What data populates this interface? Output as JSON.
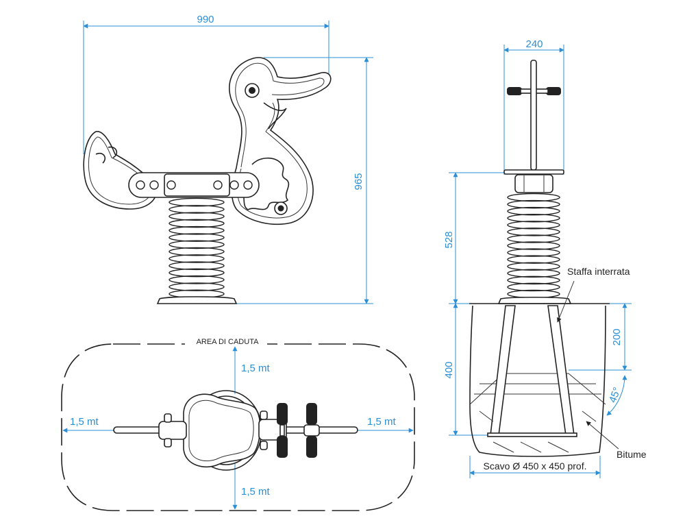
{
  "side_view": {
    "width_label": "990",
    "height_label": "965"
  },
  "front_view": {
    "width_label": "240",
    "height_label": "528",
    "depth_label": "400",
    "bracket_depth_label": "200",
    "angle_label": "45°",
    "bracket_callout": "Staffa interrata",
    "bitumen_callout": "Bitume",
    "excavation_label": "Scavo Ø 450 x 450 prof."
  },
  "fall_area": {
    "title": "AREA DI CADUTA",
    "top_label": "1,5 mt",
    "bottom_label": "1,5 mt",
    "left_label": "1,5 mt",
    "right_label": "1,5 mt"
  },
  "colors": {
    "dimension": "#2a8fd6",
    "line": "#222222"
  }
}
